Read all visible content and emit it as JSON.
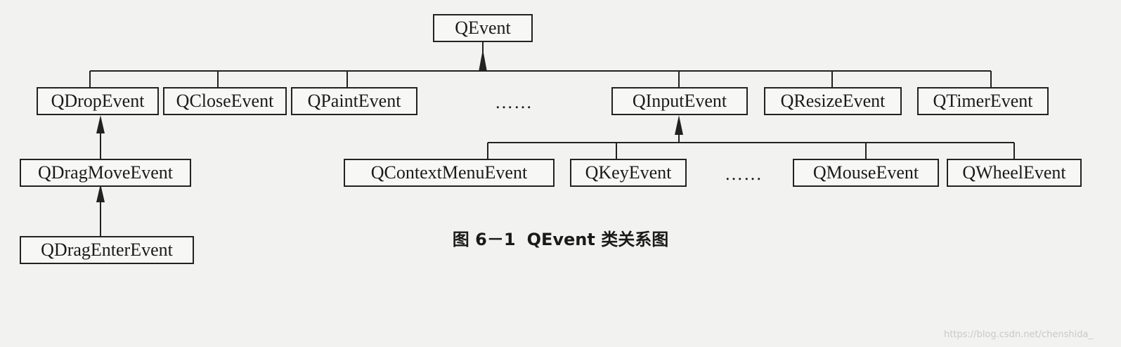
{
  "diagram": {
    "root": "QEvent",
    "level1": [
      "QDropEvent",
      "QCloseEvent",
      "QPaintEvent",
      "……",
      "QInputEvent",
      "QResizeEvent",
      "QTimerEvent"
    ],
    "drop_chain": [
      "QDragMoveEvent",
      "QDragEnterEvent"
    ],
    "input_children": [
      "QContextMenuEvent",
      "QKeyEvent",
      "……",
      "QMouseEvent",
      "QWheelEvent"
    ]
  },
  "caption": {
    "figure_label": "图 6－1",
    "title": "QEvent 类关系图"
  },
  "watermark": "https://blog.csdn.net/chenshida_"
}
